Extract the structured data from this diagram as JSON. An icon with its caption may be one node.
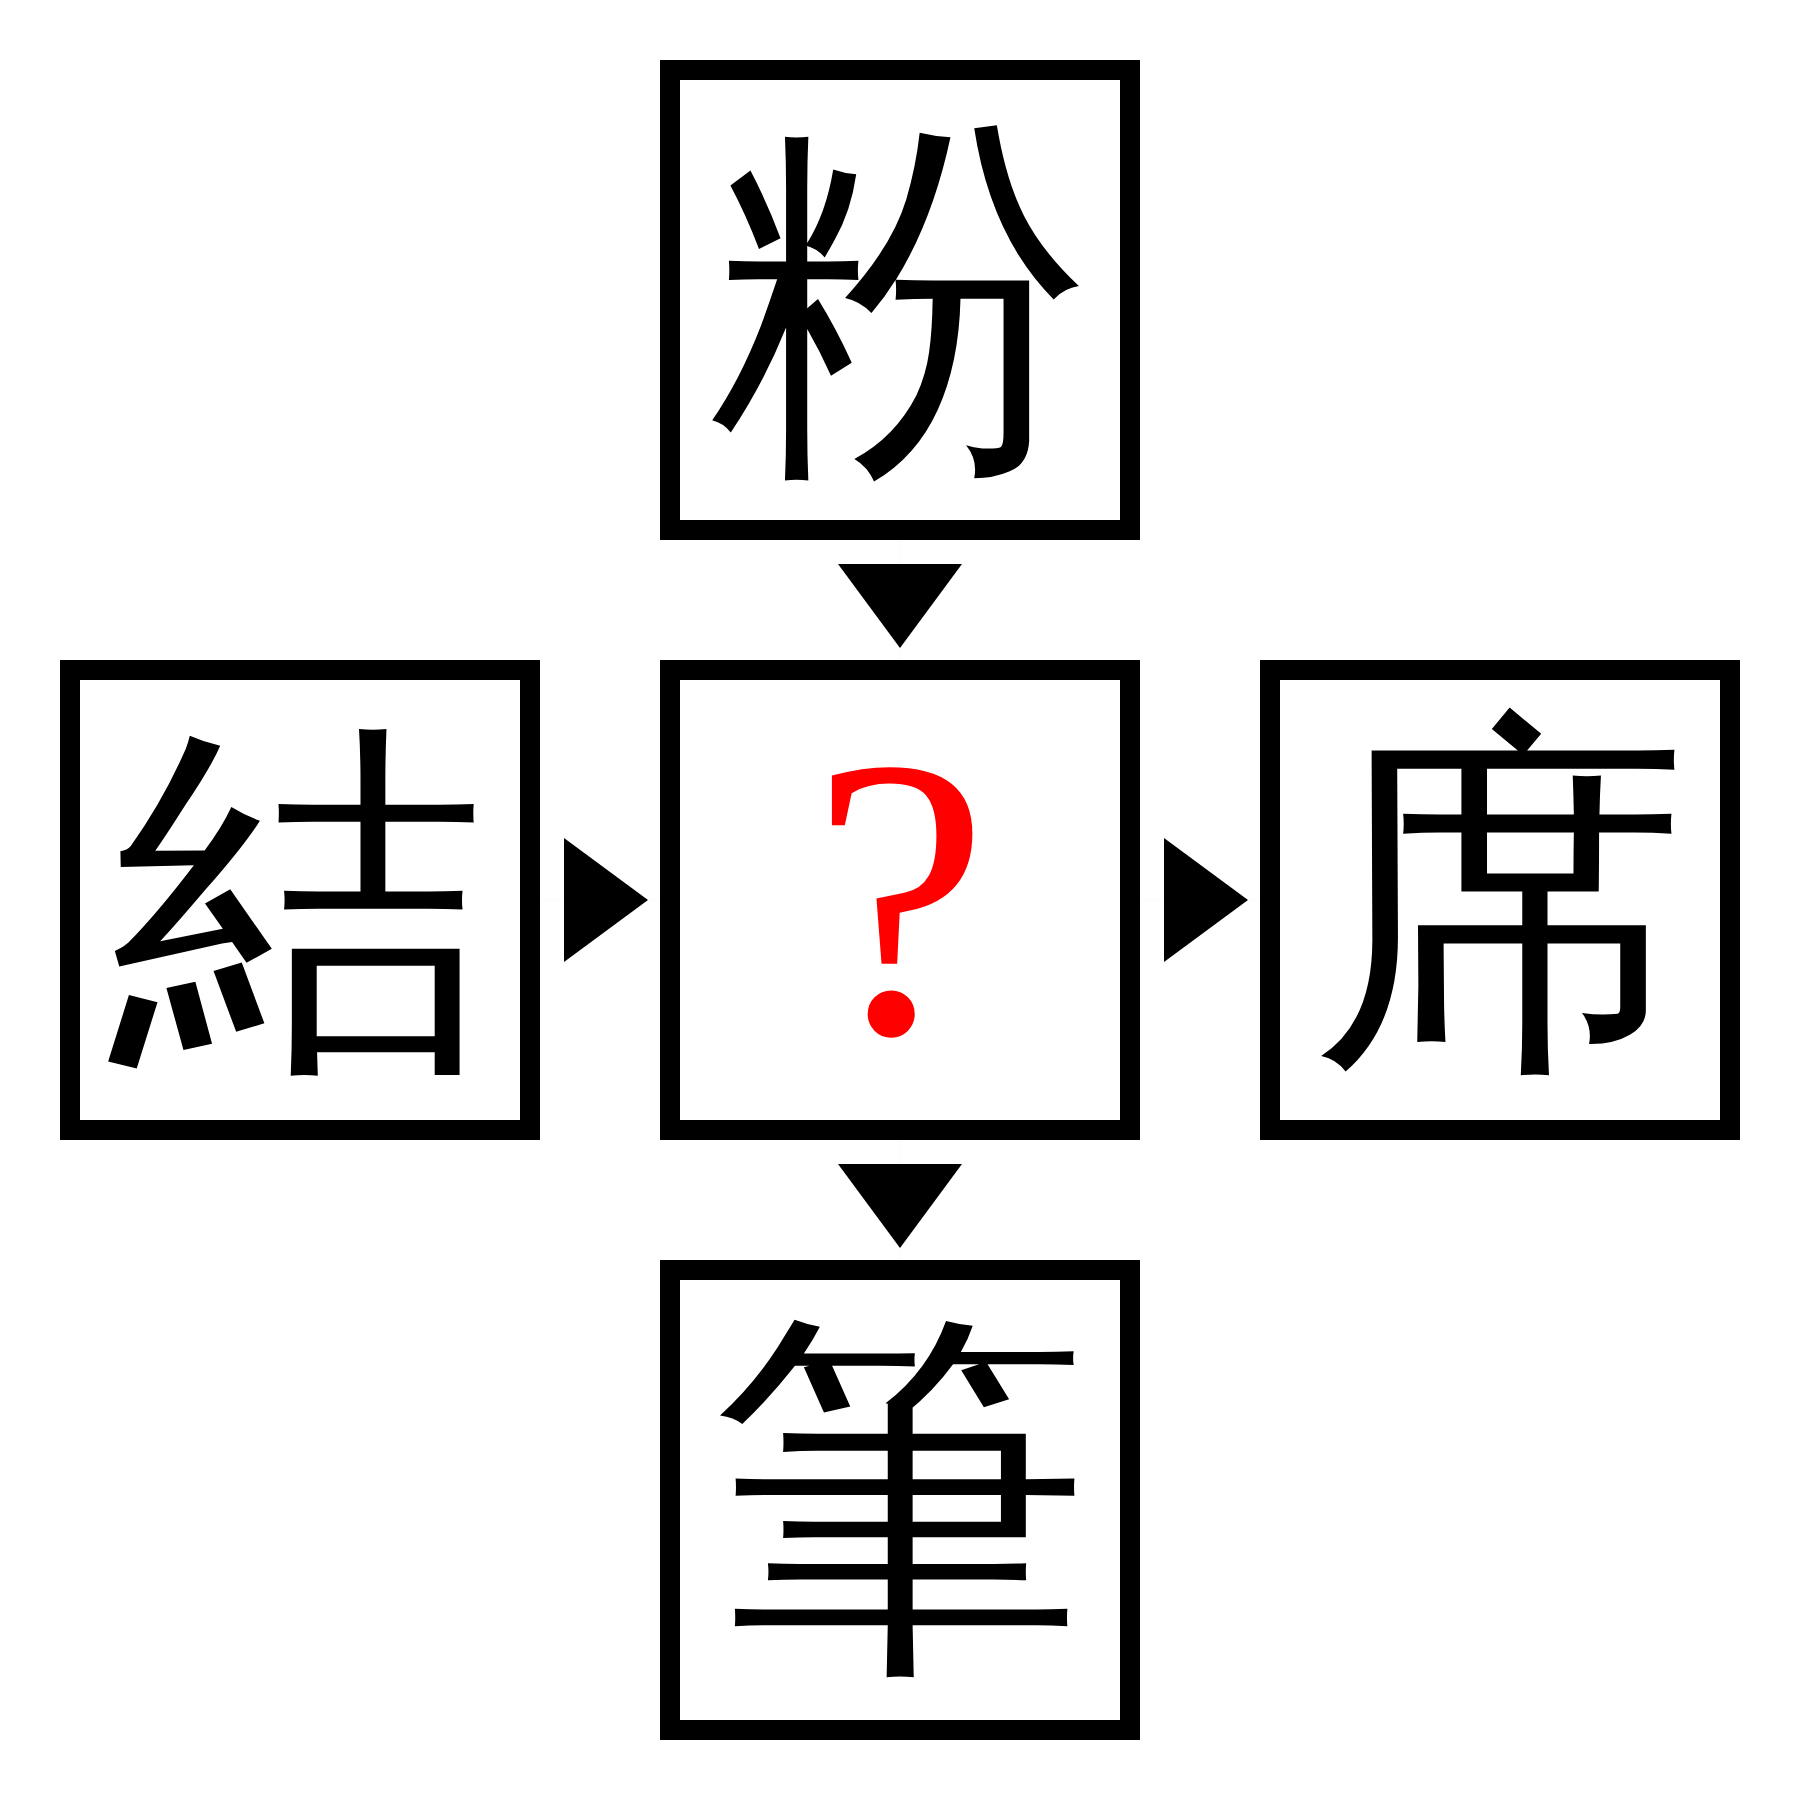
{
  "diagram": {
    "nodes": [
      {
        "text": [
          "粉"
        ]
      },
      {
        "text": [
          "結"
        ]
      },
      {
        "text": [
          "?"
        ]
      },
      {
        "text": [
          "席"
        ]
      },
      {
        "text": [
          "筆"
        ]
      }
    ],
    "edges": [
      {
        "from": 0,
        "to": 2,
        "arrow": "to"
      },
      {
        "from": 1,
        "to": 2,
        "arrow": "to"
      },
      {
        "from": 2,
        "to": 3,
        "arrow": "to"
      },
      {
        "from": 2,
        "to": 4,
        "arrow": "to"
      }
    ]
  }
}
